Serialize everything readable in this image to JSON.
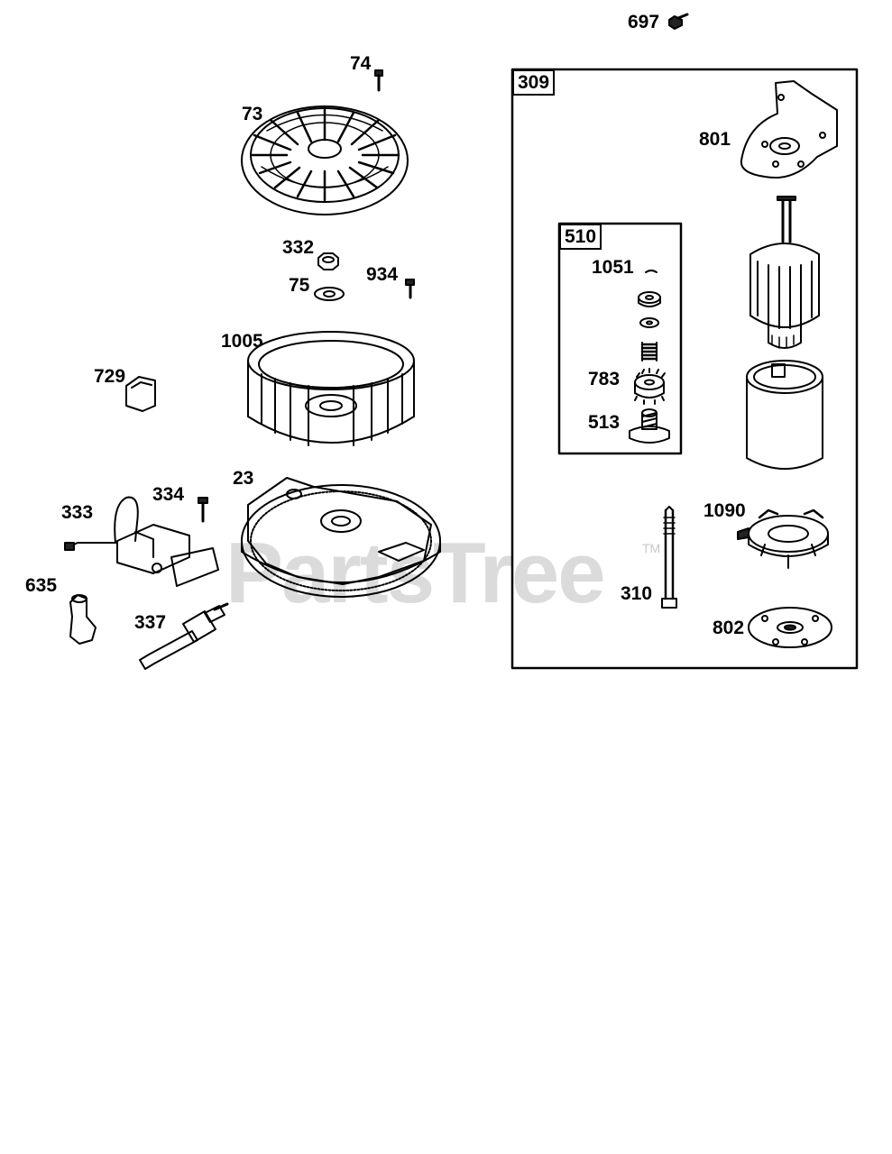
{
  "watermark": {
    "text": "PartsTree",
    "trademark": "TM"
  },
  "assemblies": {
    "starter_box_label": "309",
    "drive_box_label": "510"
  },
  "callouts": {
    "p697": "697",
    "p74": "74",
    "p73": "73",
    "p332": "332",
    "p75": "75",
    "p934": "934",
    "p1005": "1005",
    "p729": "729",
    "p23": "23",
    "p334": "334",
    "p333": "333",
    "p635": "635",
    "p337": "337",
    "p801": "801",
    "p1051": "1051",
    "p783": "783",
    "p513": "513",
    "p1090": "1090",
    "p310": "310",
    "p802": "802"
  },
  "colors": {
    "line": "#000000",
    "watermark": "#cfcfcf",
    "background": "#ffffff"
  }
}
